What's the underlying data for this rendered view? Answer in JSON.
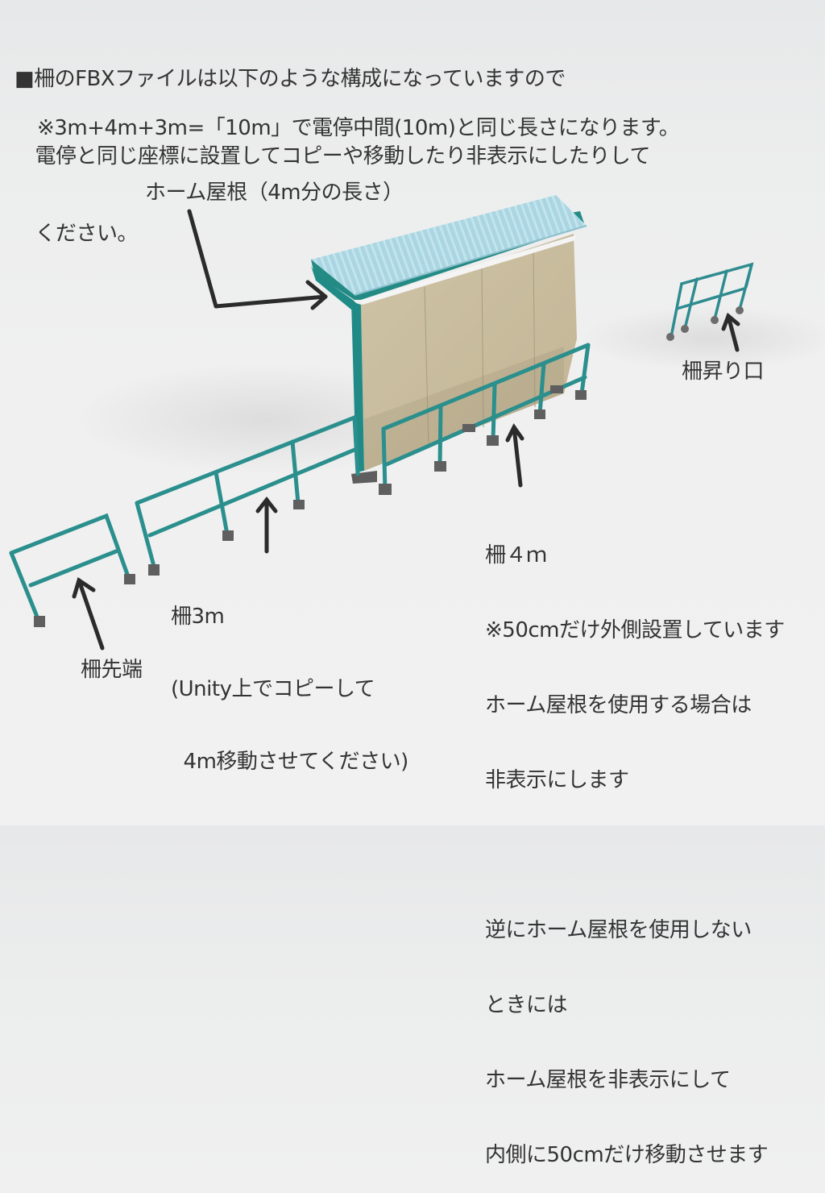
{
  "intro": {
    "lines": [
      "■柵のFBXファイルは以下のような構成になっていますので",
      "　電停と同じ座標に設置してコピーや移動したり非表示にしたりして",
      "　ください。"
    ],
    "note": "※3m+4m+3m=「10m」で電停中間(10m)と同じ長さになります。"
  },
  "labels": {
    "roof": "ホーム屋根（4m分の長さ）",
    "stairs": "柵昇り口",
    "fence4m": {
      "lines": [
        "柵４ｍ",
        "※50cmだけ外側設置しています",
        "ホーム屋根を使用する場合は",
        "非表示にします",
        "",
        "逆にホーム屋根を使用しない",
        "ときには",
        "ホーム屋根を非表示にして",
        "内側に50cmだけ移動させます"
      ]
    },
    "fence3m": {
      "lines": [
        "柵3m",
        "(Unity上でコピーして",
        "  4m移動させてください)"
      ]
    },
    "fence_end": "柵先端"
  },
  "colors": {
    "text": "#333333",
    "arrow": "#2b2b2b",
    "pipe": "#2a8e8e",
    "roof": "#a8d4e0",
    "wall": "#c8bb9c",
    "base": "#6a6a6a",
    "background": "#f0f0f0"
  }
}
